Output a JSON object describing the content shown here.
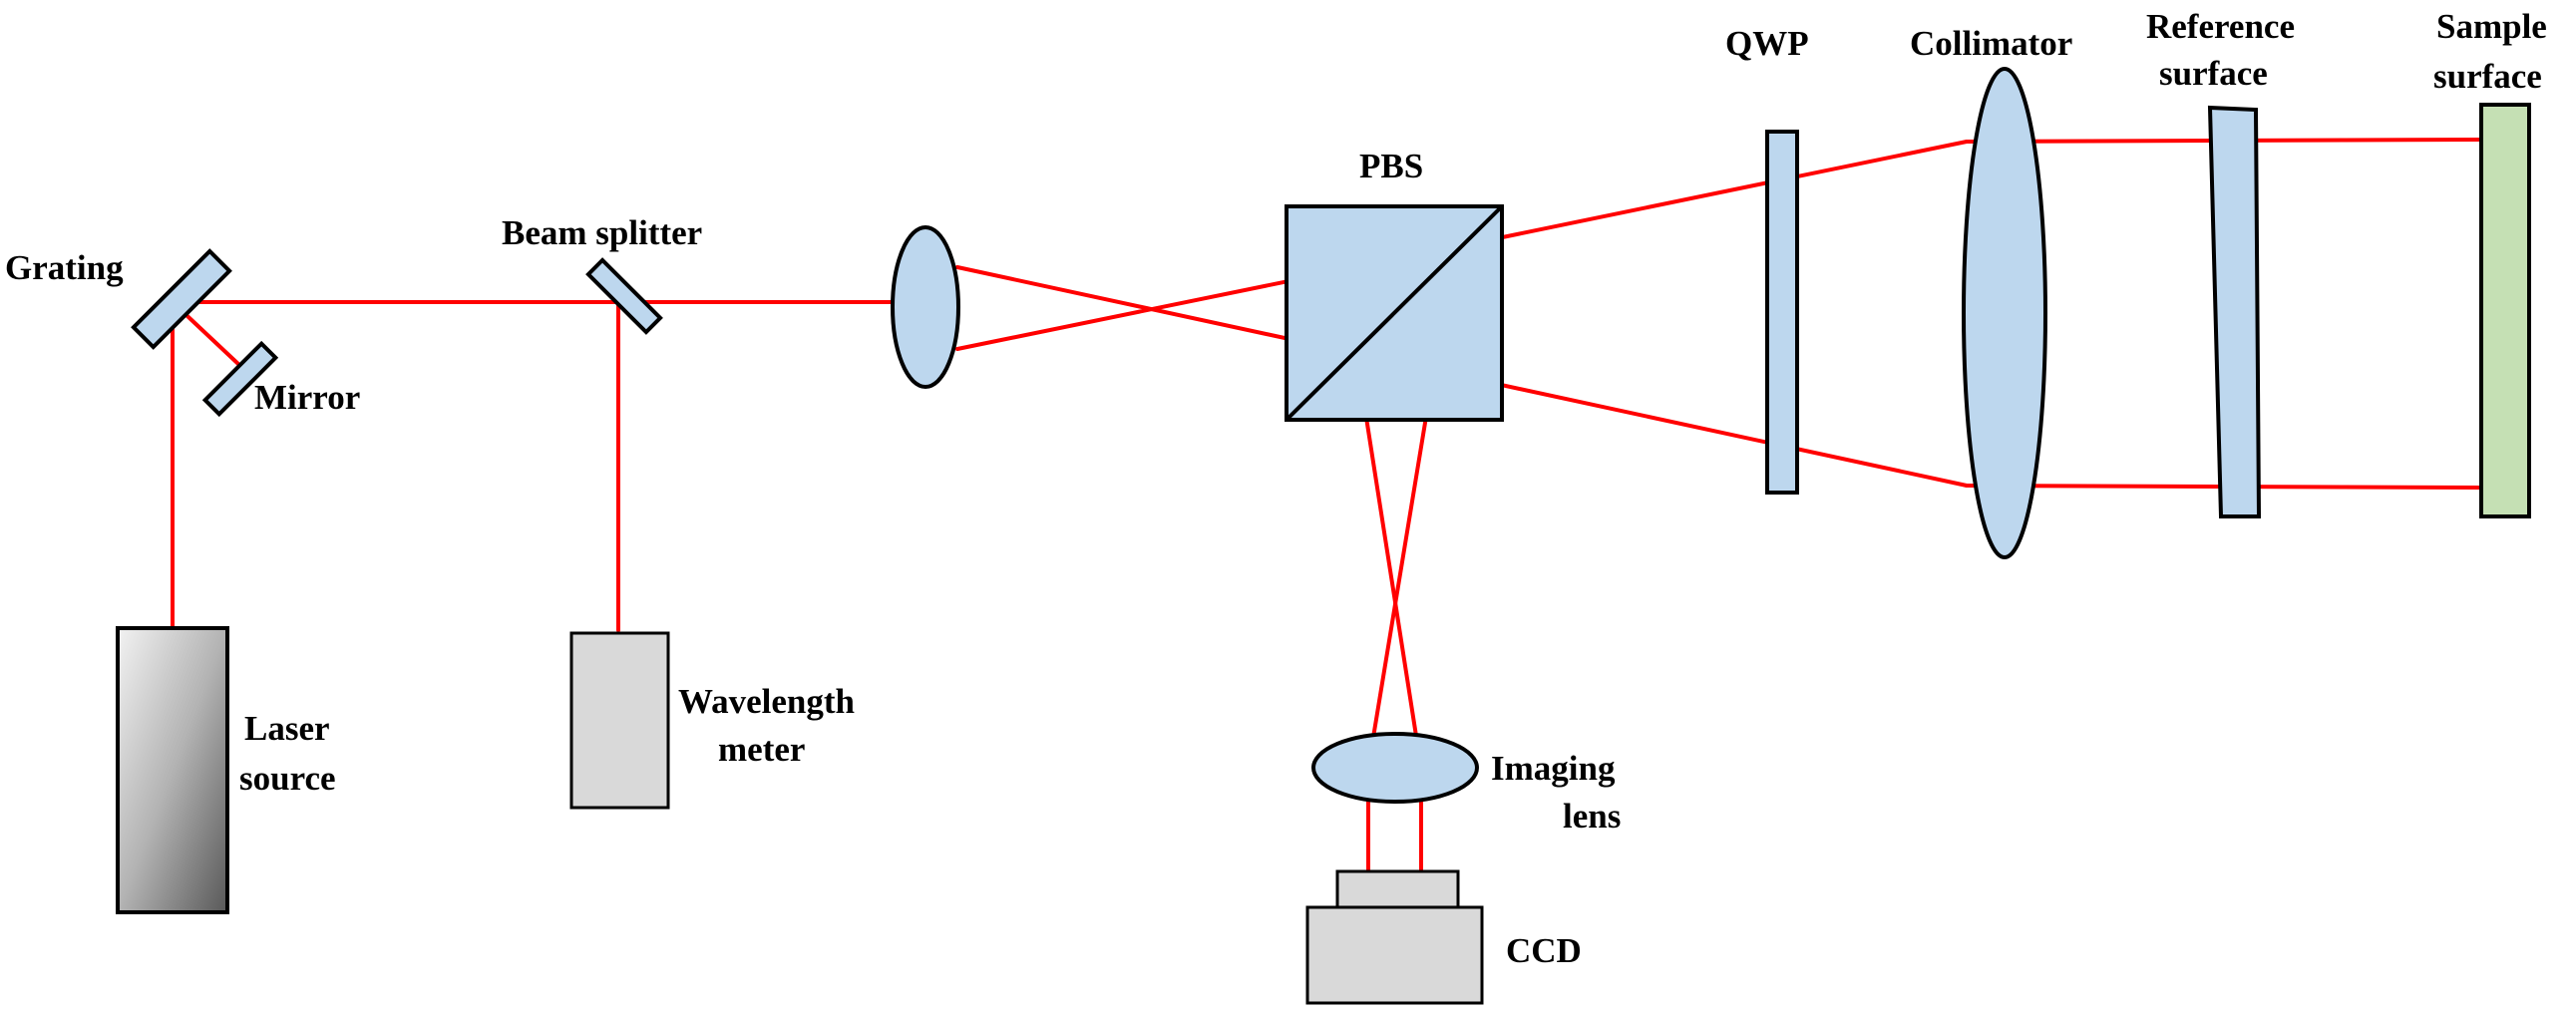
{
  "labels": {
    "grating": "Grating",
    "mirror": "Mirror",
    "beam_splitter": "Beam splitter",
    "laser_source_1": "Laser",
    "laser_source_2": "source",
    "wavelength_meter_1": "Wavelength",
    "wavelength_meter_2": "meter",
    "pbs": "PBS",
    "imaging_lens_1": "Imaging",
    "imaging_lens_2": "lens",
    "ccd": "CCD",
    "qwp": "QWP",
    "collimator": "Collimator",
    "reference_surface_1": "Reference",
    "reference_surface_2": "surface",
    "sample_surface_1": "Sample",
    "sample_surface_2": "surface"
  },
  "colors": {
    "beam": "#ff0000",
    "optic_fill": "#bdd7ee",
    "sample_fill": "#c5e0b4",
    "device_fill": "#d9d9d9"
  }
}
